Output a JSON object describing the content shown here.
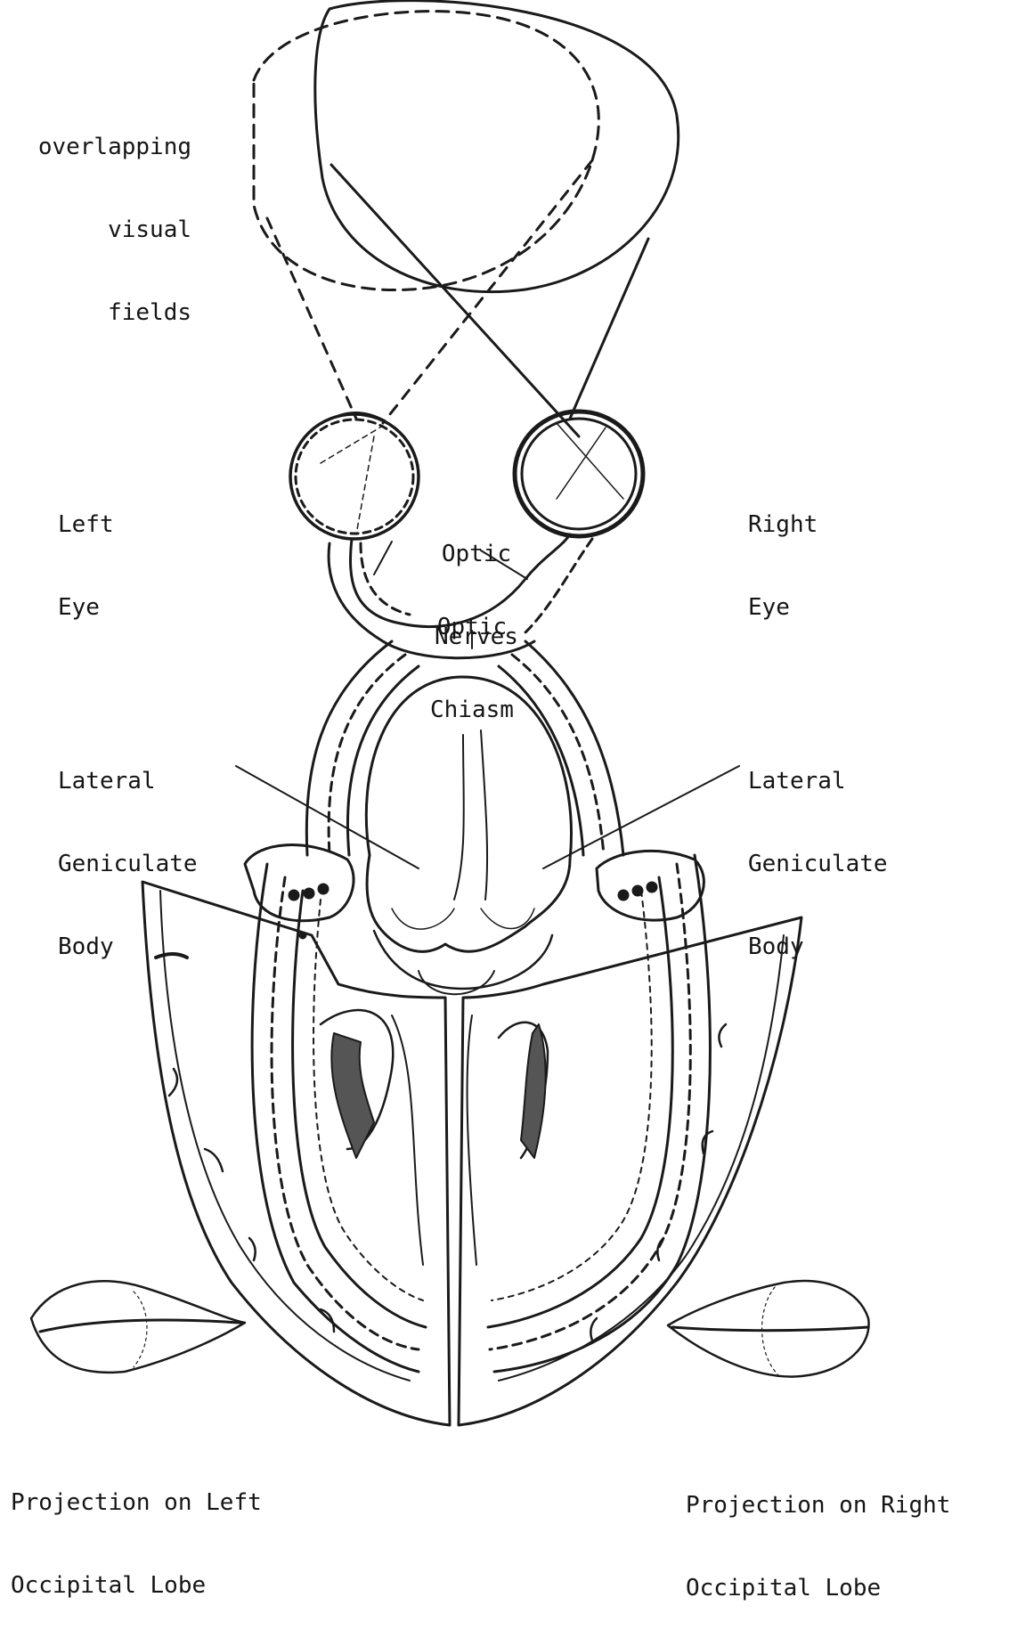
{
  "labels": {
    "visual_fields": [
      "overlapping",
      "visual",
      "fields"
    ],
    "left_eye": [
      "Left",
      "Eye"
    ],
    "right_eye": [
      "Right",
      "Eye"
    ],
    "optic_nerves": [
      "Optic",
      "Nerves"
    ],
    "optic_chiasm": [
      "Optic",
      "Chiasm"
    ],
    "lgb_left": [
      "Lateral",
      "Geniculate",
      "Body"
    ],
    "lgb_right": [
      "Lateral",
      "Geniculate",
      "Body"
    ],
    "projection_left": [
      "Projection on Left",
      "Occipital Lobe"
    ],
    "projection_right": [
      "Projection on Right",
      "Occipital Lobe"
    ]
  },
  "style": {
    "ink": "#1a1a1a",
    "shade": "#555555",
    "paper": "#ffffff"
  }
}
